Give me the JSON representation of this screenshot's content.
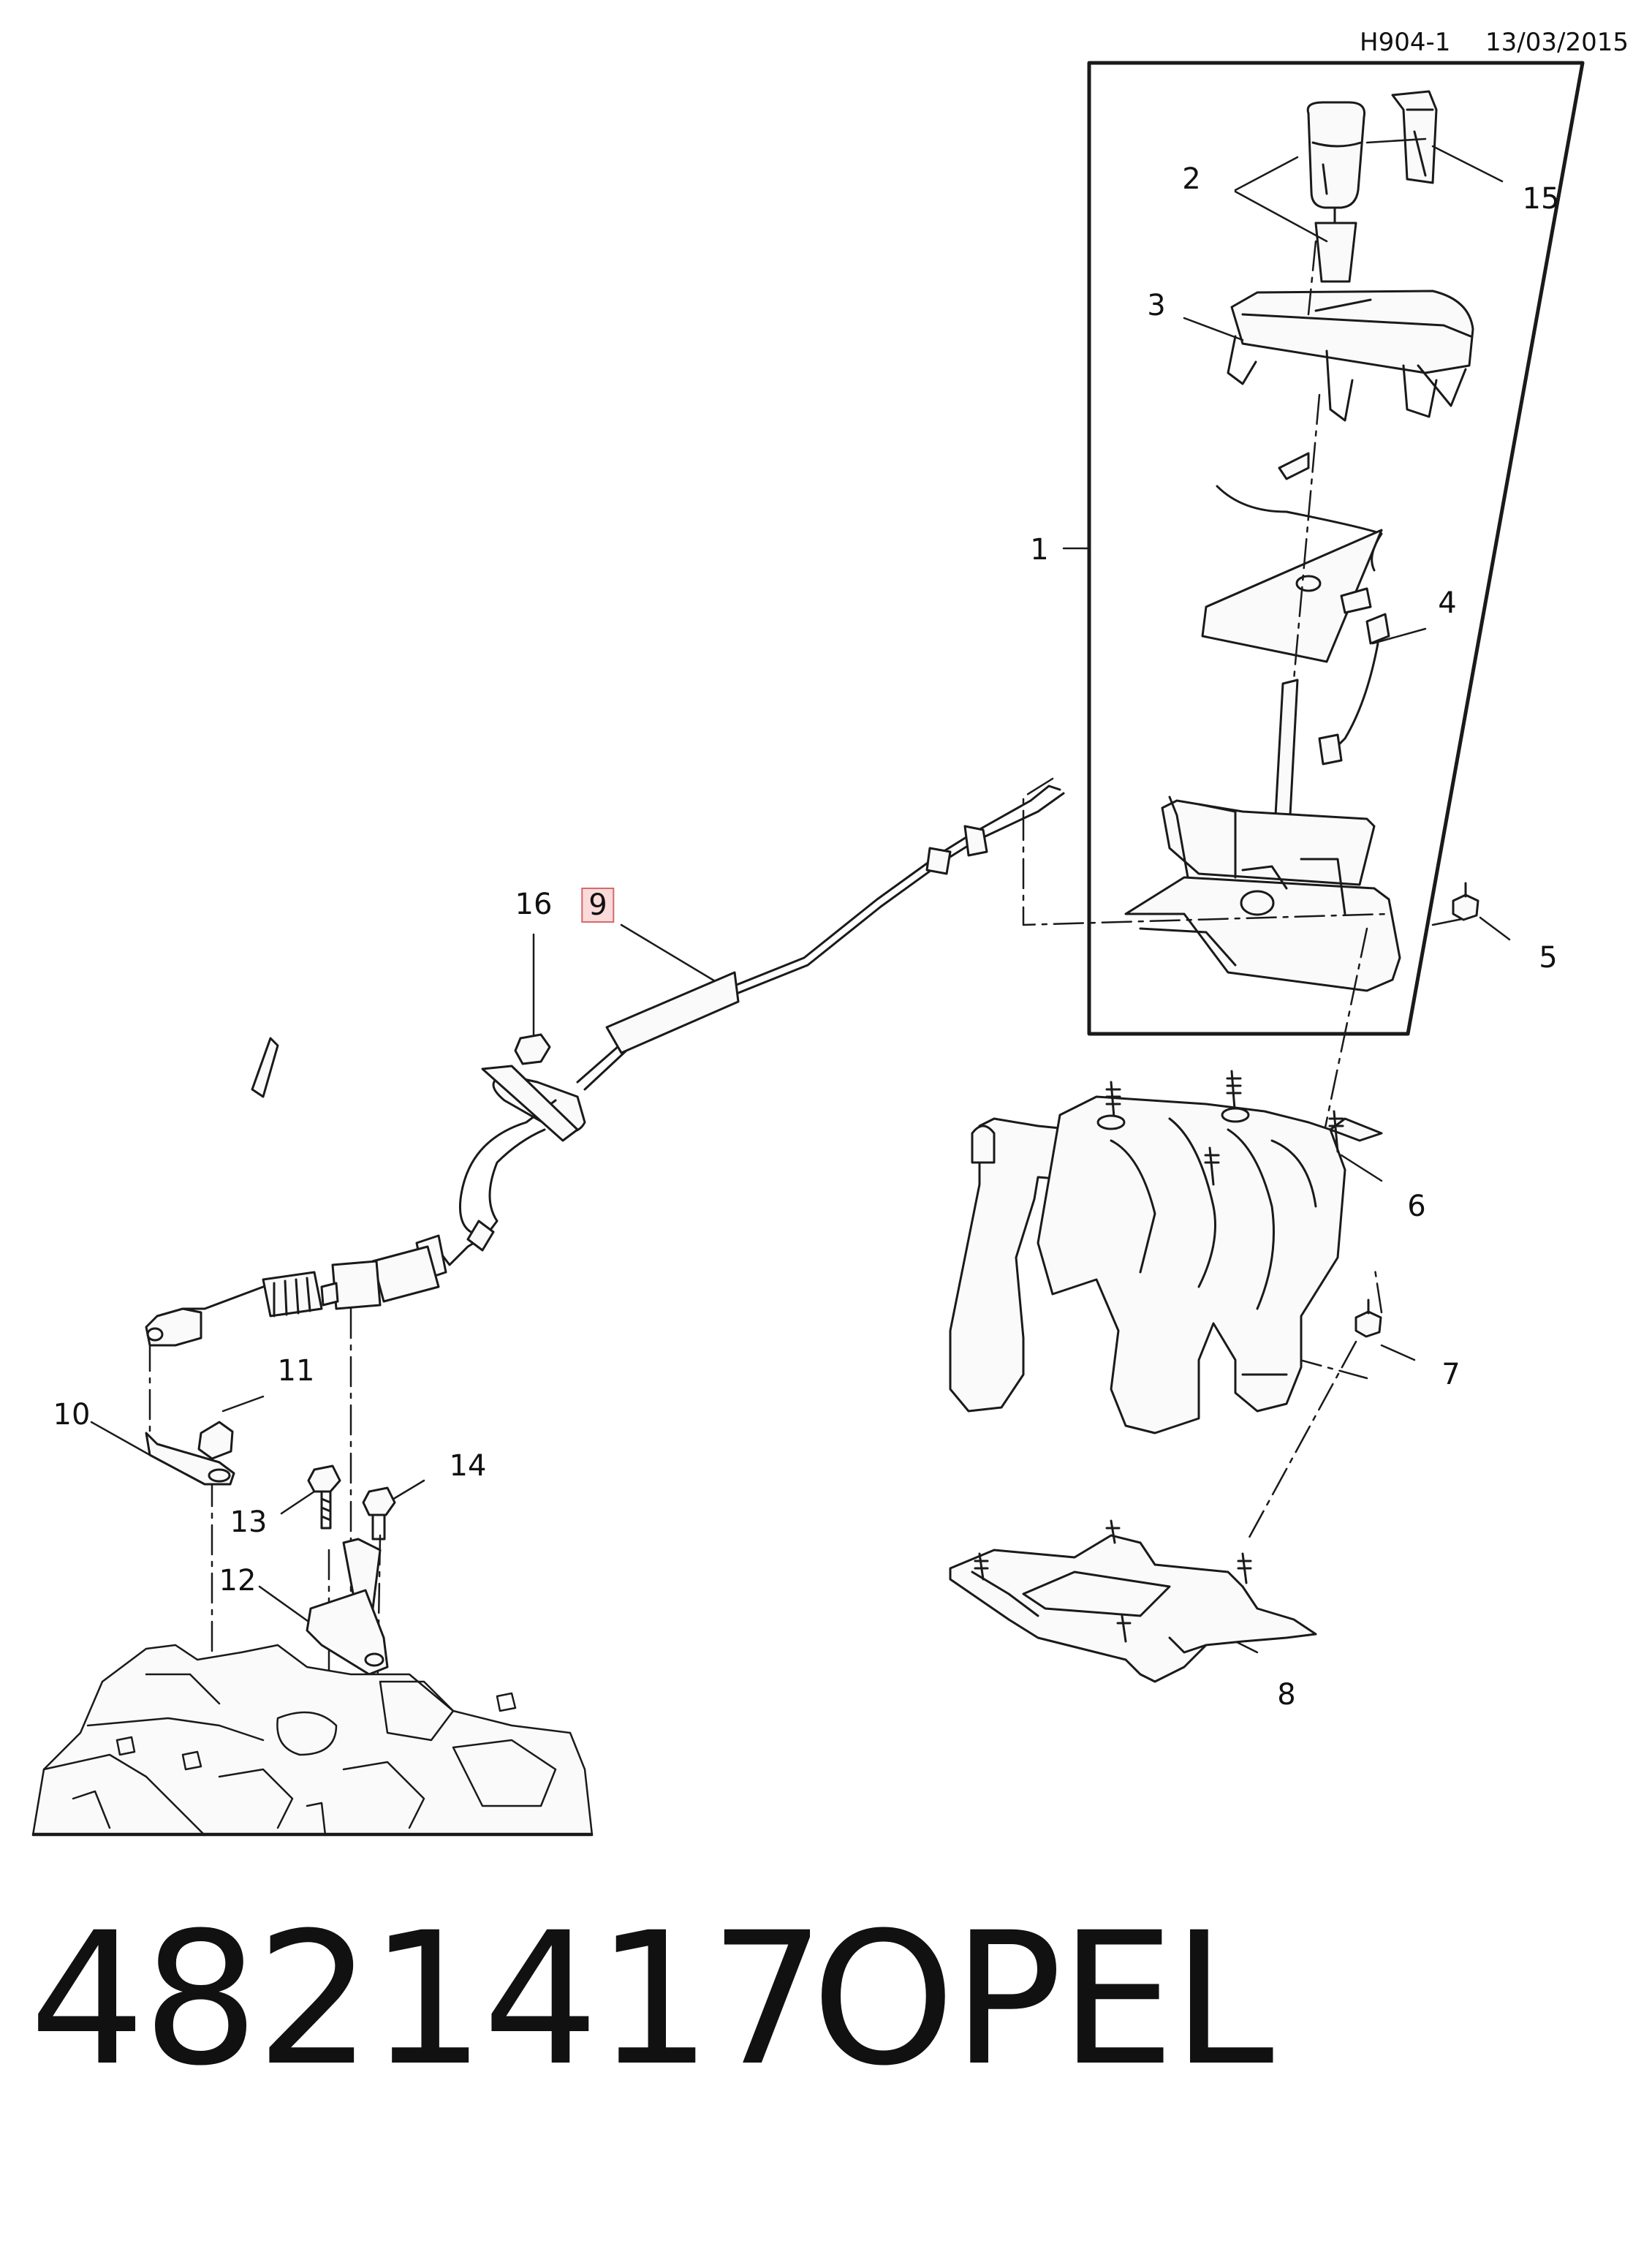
{
  "header": {
    "code": "H904-1",
    "date": "13/03/2015"
  },
  "callouts": {
    "c1": "1",
    "c2": "2",
    "c3": "3",
    "c4": "4",
    "c5": "5",
    "c6": "6",
    "c7": "7",
    "c8": "8",
    "c9": "9",
    "c10": "10",
    "c11": "11",
    "c12": "12",
    "c13": "13",
    "c14": "14",
    "c15": "15",
    "c16": "16"
  },
  "highlighted_callout": "9",
  "part": {
    "number": "4821417",
    "brand": "OPEL"
  }
}
